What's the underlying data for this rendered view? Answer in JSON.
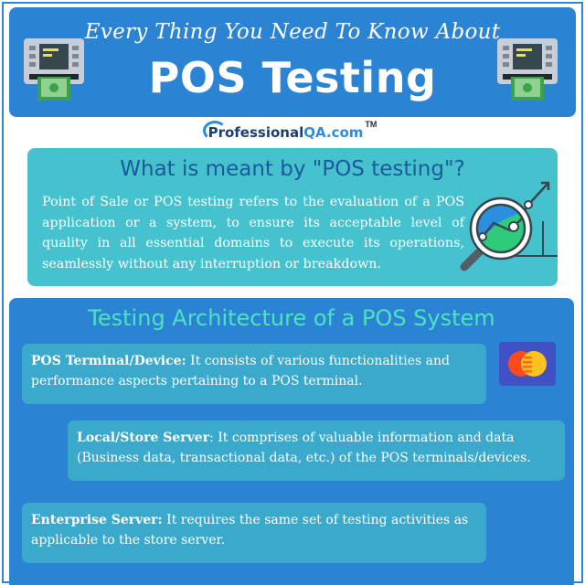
{
  "header": {
    "subtitle": "Every Thing You Need To Know About",
    "title": "POS Testing",
    "left_icon": "atm-machine-icon",
    "right_icon": "atm-machine-icon"
  },
  "brand": {
    "name_part1": "Professional",
    "name_part2": "QA",
    "name_part3": ".com",
    "trademark": "TM"
  },
  "whatis": {
    "heading": "What is meant by \"POS testing\"?",
    "body": "Point of Sale or POS testing refers to the evaluation of a POS application or a system, to ensure its acceptable level of quality in all essential domains to execute its operations, seamlessly without any interruption or breakdown.",
    "icon": "magnifier-chart-icon"
  },
  "architecture": {
    "heading": "Testing Architecture of a POS System",
    "items": [
      {
        "label": "POS Terminal/Device:",
        "text": " It consists of various functionalities and performance aspects pertaining to a POS terminal."
      },
      {
        "label": "Local/Store Server",
        "text": ": It comprises of valuable information and data (Business data, transactional data, etc.) of the POS terminals/devices."
      },
      {
        "label": "Enterprise Server:",
        "text": " It requires the same set of testing activities as applicable to the store server."
      }
    ],
    "card_icon": "credit-card-icon"
  },
  "colors": {
    "primary_blue": "#2b83d4",
    "teal_panel": "#45c2cd",
    "card_blue": "#3aa9cc",
    "heading_green": "#4de3bf",
    "heading_navy": "#1a5a9a"
  }
}
